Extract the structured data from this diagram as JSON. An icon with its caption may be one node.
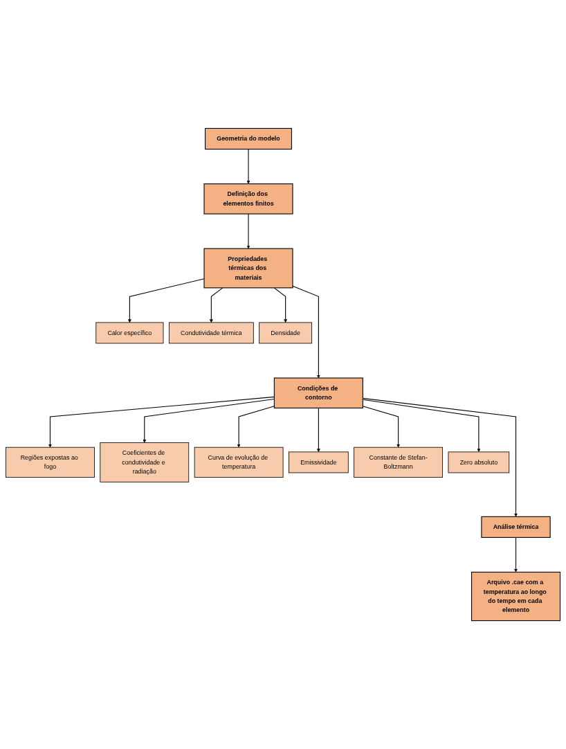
{
  "diagram": {
    "nodes": [
      {
        "text": [
          "Geometria do modelo"
        ]
      },
      {
        "text": [
          "Definição dos elementos finitos"
        ]
      },
      {
        "text": [
          "Propriedades térmicas dos materiais"
        ]
      },
      {
        "text": [
          "Calor específico"
        ]
      },
      {
        "text": [
          "Condutividade térmica"
        ]
      },
      {
        "text": [
          "Densidade"
        ]
      },
      {
        "text": [
          "Condições de contorno"
        ]
      },
      {
        "text": [
          "Regiões expostas ao fogo"
        ]
      },
      {
        "text": [
          "Coeficientes de condutividade e radiação"
        ]
      },
      {
        "text": [
          "Curva de evolução de temperatura"
        ]
      },
      {
        "text": [
          "Emissividade"
        ]
      },
      {
        "text": [
          "Constante de Stefan-Boltzmann"
        ]
      },
      {
        "text": [
          "Zero absoluto"
        ]
      },
      {
        "text": [
          "Análise térmica"
        ]
      },
      {
        "text": [
          "Arquivo .cae com a temperatura ao longo do tempo em cada elemento"
        ]
      }
    ],
    "edges": [
      {
        "from": 0,
        "to": 1,
        "arrow": "to"
      },
      {
        "from": 1,
        "to": 2,
        "arrow": "to"
      },
      {
        "from": 2,
        "to": 3,
        "arrow": "to"
      },
      {
        "from": 2,
        "to": 4,
        "arrow": "to"
      },
      {
        "from": 2,
        "to": 5,
        "arrow": "to"
      },
      {
        "from": 2,
        "to": 6,
        "arrow": "to"
      },
      {
        "from": 6,
        "to": 7,
        "arrow": "to"
      },
      {
        "from": 6,
        "to": 8,
        "arrow": "to"
      },
      {
        "from": 6,
        "to": 9,
        "arrow": "to"
      },
      {
        "from": 6,
        "to": 10,
        "arrow": "to"
      },
      {
        "from": 6,
        "to": 11,
        "arrow": "to"
      },
      {
        "from": 6,
        "to": 12,
        "arrow": "to"
      },
      {
        "from": 6,
        "to": 13,
        "arrow": "to"
      },
      {
        "from": 13,
        "to": 14,
        "arrow": "to"
      }
    ]
  }
}
